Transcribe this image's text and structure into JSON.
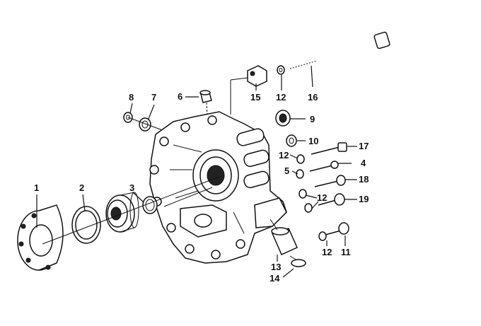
{
  "labels": {
    "p1": "1",
    "p2": "2",
    "p3": "3",
    "p4": "4",
    "p5": "5",
    "p6": "6",
    "p7": "7",
    "p8": "8",
    "p9": "9",
    "p10": "10",
    "p11": "11",
    "p12a": "12",
    "p12b": "12",
    "p12c": "12",
    "p12d": "12",
    "p13": "13",
    "p14": "14",
    "p15": "15",
    "p16": "16",
    "p17": "17",
    "p18": "18",
    "p19": "19"
  }
}
